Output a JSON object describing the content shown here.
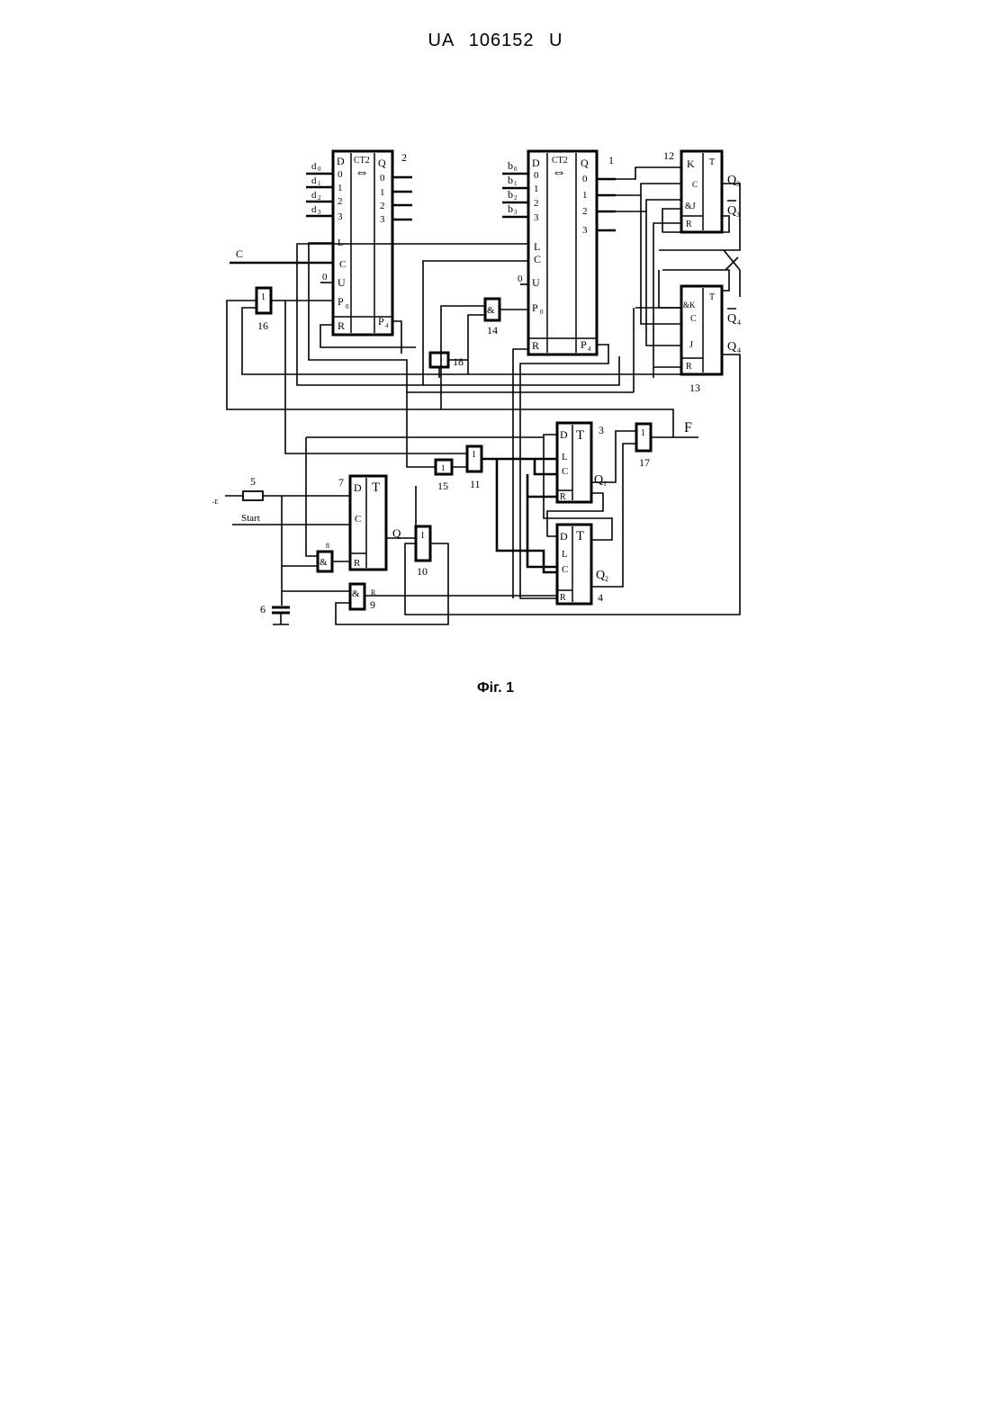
{
  "header": "UA 106152 U",
  "caption": "Фіг. 1",
  "labels": {
    "counter_title": "CT2",
    "pin_D": "D",
    "pin_Q": "Q",
    "pin_0": "0",
    "pin_1": "1",
    "pin_2": "2",
    "pin_3": "3",
    "pin_L": "L",
    "pin_C": "C",
    "pin_U": "U",
    "pin_R": "R",
    "pin_T": "T",
    "pin_K": "K",
    "pin_J": "J",
    "pin_andK": "&K",
    "pin_andJ": "&J",
    "and": "&",
    "or": "1",
    "d0": "d",
    "b": "b",
    "sub0": "0",
    "sub1": "1",
    "sub2": "2",
    "sub3": "3",
    "sub4": "4",
    "P0": "P",
    "P4": "P",
    "sig_C": "C",
    "sig_start": "Start",
    "sig_e": "-E",
    "sig_F": "F",
    "sig_Q": "Q",
    "sig_R": "R",
    "zero": "0",
    "n1": "1",
    "n2": "2",
    "n3": "3",
    "n4": "4",
    "n5": "5",
    "n6": "6",
    "n7": "7",
    "n8": "8",
    "n9": "9",
    "n10": "10",
    "n11": "11",
    "n12": "12",
    "n13": "13",
    "n14": "14",
    "n15": "15",
    "n16": "16",
    "n17": "17",
    "n18": "18"
  }
}
